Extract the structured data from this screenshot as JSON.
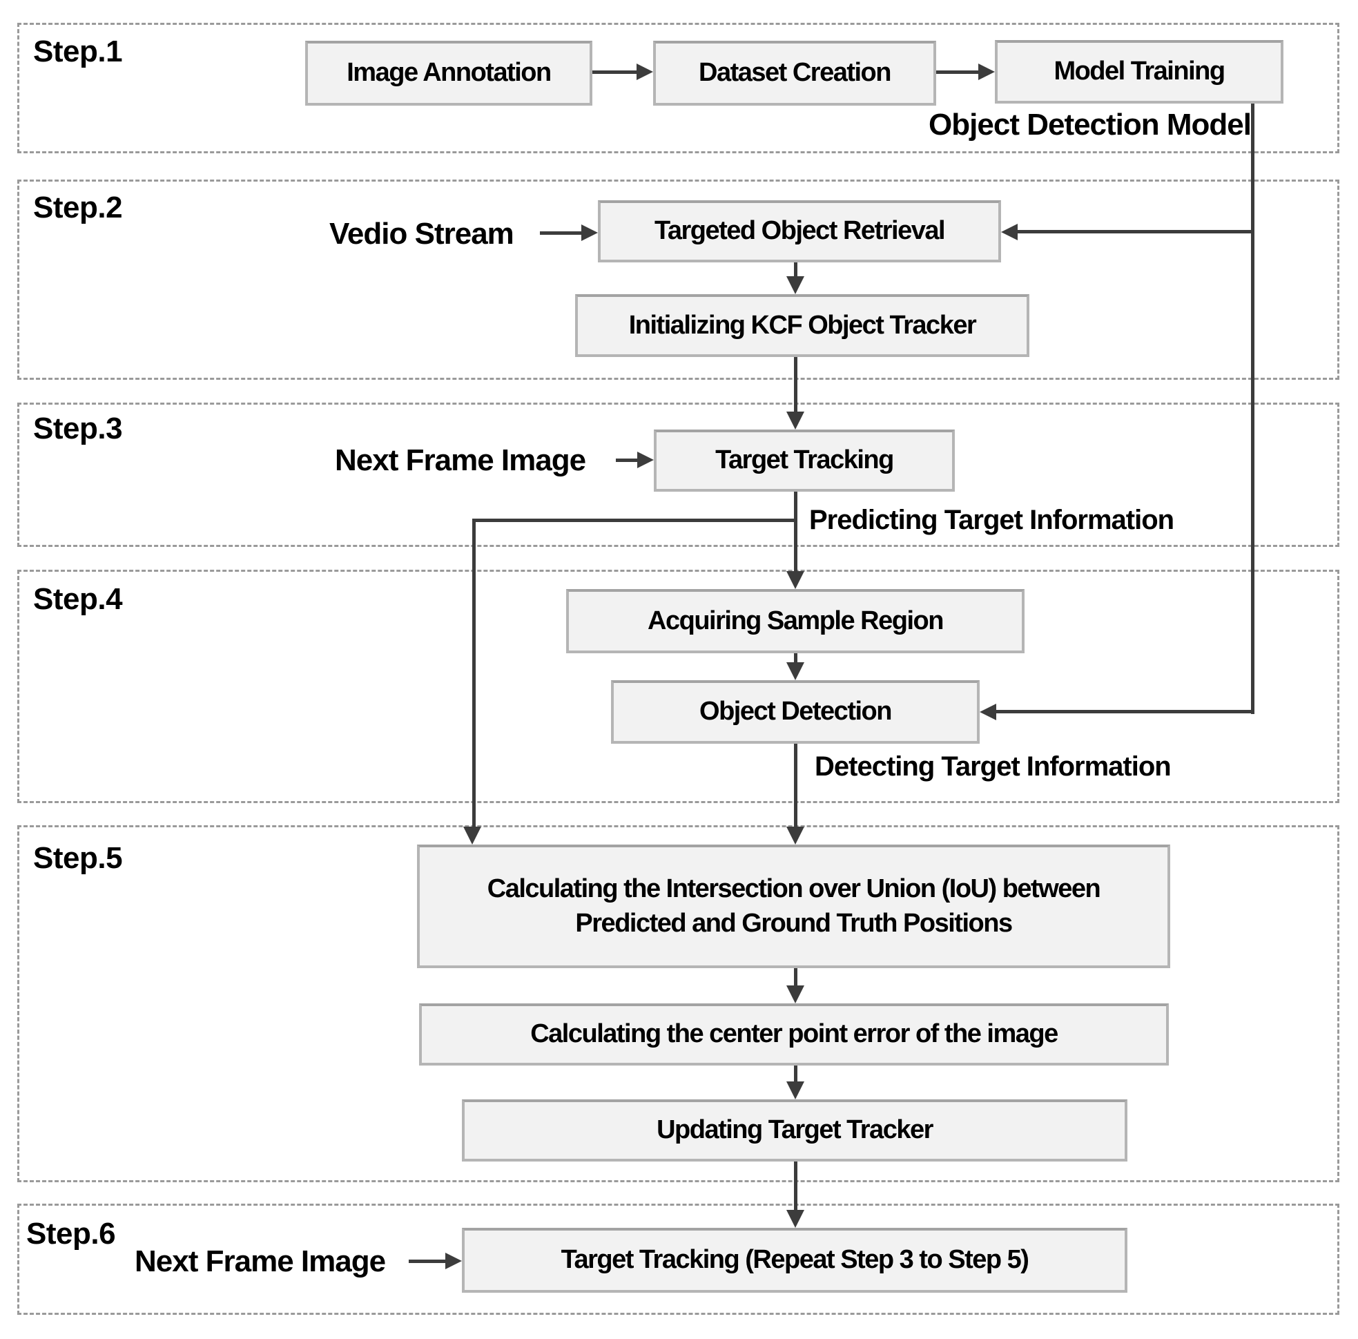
{
  "steps": {
    "s1": "Step.1",
    "s2": "Step.2",
    "s3": "Step.3",
    "s4": "Step.4",
    "s5": "Step.5",
    "s6": "Step.6"
  },
  "boxes": {
    "image_annotation": "Image Annotation",
    "dataset_creation": "Dataset Creation",
    "model_training": "Model Training",
    "targeted_object_retrieval": "Targeted Object Retrieval",
    "initializing_kcf_tracker": "Initializing KCF Object Tracker",
    "target_tracking": "Target Tracking",
    "acquiring_sample_region": "Acquiring Sample Region",
    "object_detection": "Object Detection",
    "iou_calculation": "Calculating the Intersection over Union (IoU) between Predicted and Ground Truth Positions",
    "center_point_error": "Calculating the center point error of the image",
    "updating_target_tracker": "Updating Target Tracker",
    "target_tracking_repeat": "Target Tracking (Repeat Step 3 to Step 5)"
  },
  "inputs": {
    "video_stream": "Vedio Stream",
    "next_frame_image_step3": "Next Frame Image",
    "next_frame_image_step6": "Next Frame Image"
  },
  "annotations": {
    "object_detection_model": "Object Detection Model",
    "predicting_target_information": "Predicting Target Information",
    "detecting_target_information": "Detecting Target Information"
  },
  "colors": {
    "line": "#3c3c3c",
    "box_fill": "#f2f2f2",
    "box_border": "#b5b5b5",
    "panel_border": "#9a9a9a",
    "text": "#000000",
    "background": "#ffffff"
  }
}
